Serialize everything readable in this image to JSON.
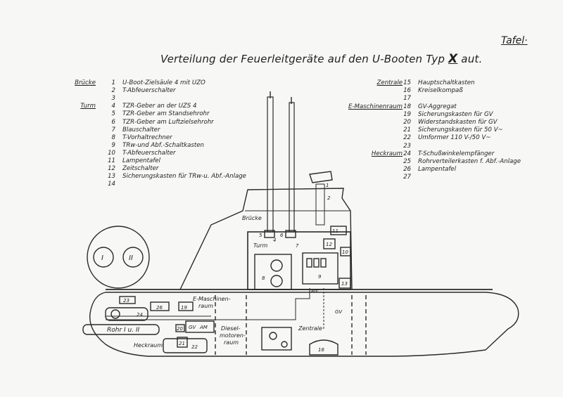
{
  "header": {
    "tafel": "Tafel·",
    "title_pre": "Verteilung der Feuerleitgeräte auf den U-Booten Typ ",
    "title_roman": "X",
    "title_post": " aut."
  },
  "legend_left": [
    {
      "section": "Brücke",
      "num": "1",
      "text": "U-Boot-Zielsäule 4 mit UZO"
    },
    {
      "section": "",
      "num": "2",
      "text": "T-Abfeuerschalter"
    },
    {
      "section": "",
      "num": "3",
      "text": ""
    },
    {
      "section": "Turm",
      "num": "4",
      "text": "TZR-Geber an der UZS 4"
    },
    {
      "section": "",
      "num": "5",
      "text": "TZR-Geber am Standsehrohr"
    },
    {
      "section": "",
      "num": "6",
      "text": "TZR-Geber am Luftzielsehrohr"
    },
    {
      "section": "",
      "num": "7",
      "text": "Blauschalter"
    },
    {
      "section": "",
      "num": "8",
      "text": "T-Vorhaltrechner"
    },
    {
      "section": "",
      "num": "9",
      "text": "TRw-und Abf.-Schaltkasten"
    },
    {
      "section": "",
      "num": "10",
      "text": "T-Abfeuerschalter"
    },
    {
      "section": "",
      "num": "11",
      "text": "Lampentafel"
    },
    {
      "section": "",
      "num": "12",
      "text": "Zeitschalter"
    },
    {
      "section": "",
      "num": "13",
      "text": "Sicherungskasten für TRw-u. Abf.-Anlage"
    },
    {
      "section": "",
      "num": "14",
      "text": ""
    }
  ],
  "legend_right": [
    {
      "section": "Zentrale",
      "num": "15",
      "text": "Hauptschaltkasten"
    },
    {
      "section": "",
      "num": "16",
      "text": "Kreiselkompaß"
    },
    {
      "section": "",
      "num": "17",
      "text": ""
    },
    {
      "section": "E-Maschinenraum",
      "num": "18",
      "text": "GV-Aggregat"
    },
    {
      "section": "",
      "num": "19",
      "text": "Sicherungskasten für GV"
    },
    {
      "section": "",
      "num": "20",
      "text": "Widerstandskasten für GV"
    },
    {
      "section": "",
      "num": "21",
      "text": "Sicherungskasten für 50 V~"
    },
    {
      "section": "",
      "num": "22",
      "text": "Umformer 110 V-/50 V~"
    },
    {
      "section": "",
      "num": "23",
      "text": ""
    },
    {
      "section": "Heckraum",
      "num": "24",
      "text": "T-Schußwinkelempfänger"
    },
    {
      "section": "",
      "num": "25",
      "text": "Rohrverteilerkasten f. Abf.-Anlage"
    },
    {
      "section": "",
      "num": "26",
      "text": "Lampentafel"
    },
    {
      "section": "",
      "num": "27",
      "text": ""
    }
  ],
  "diagram": {
    "bruecke": "Brücke",
    "turm": "Turm",
    "e_maschinenraum": "E-Maschinen-raum",
    "e_maschinen_line1": "E-Maschinen-",
    "e_maschinen_line2": "raum",
    "diesel_line1": "Diesel-",
    "diesel_line2": "motoren-",
    "diesel_line3": "raum",
    "zentrale": "Zentrale",
    "heckraum": "Heckraum",
    "rohr": "Rohr I u. II",
    "roman_1": "I",
    "roman_2": "II",
    "parts": {
      "n1": "1",
      "n2": "2",
      "n4": "4",
      "n5": "5",
      "n6": "6",
      "n7": "7",
      "n8": "8",
      "n9": "9",
      "n10": "10",
      "n11": "11",
      "n12": "12",
      "n13": "13",
      "n16": "16",
      "n19": "19",
      "n20": "20",
      "n21": "21",
      "n22": "22",
      "n23": "23",
      "n24": "24",
      "n26": "26",
      "gv": "GV",
      "am": "AM",
      "gv_label": "GV",
      "abf": "Abf."
    }
  }
}
